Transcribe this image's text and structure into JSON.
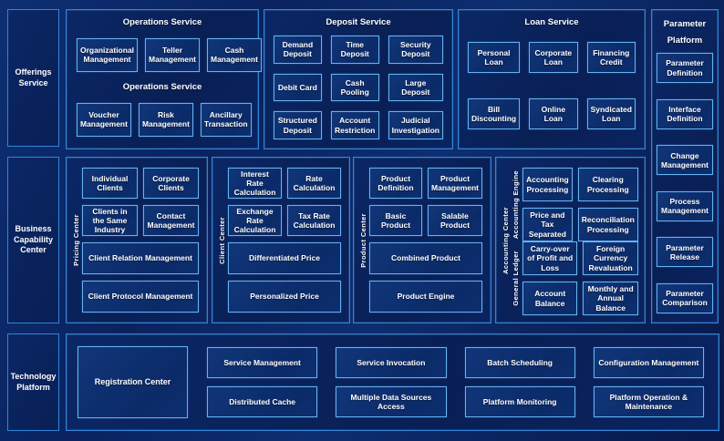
{
  "left_rail": [
    {
      "label": "Offerings Service"
    },
    {
      "label": "Business Capability Center"
    },
    {
      "label": "Technology Platform"
    }
  ],
  "top_row": {
    "operations": {
      "title": "Operations Service",
      "mid_title": "Operations Service",
      "row1": [
        "Organizational Management",
        "Teller Management",
        "Cash Management"
      ],
      "row2": [
        "Voucher Management",
        "Risk Management",
        "Ancillary Transaction"
      ]
    },
    "deposit": {
      "title": "Deposit Service",
      "boxes": [
        "Demand Deposit",
        "Time Deposit",
        "Security Deposit",
        "Debit Card",
        "Cash Pooling",
        "Large Deposit",
        "Structured Deposit",
        "Account Restriction",
        "Judicial Investigation"
      ]
    },
    "loan": {
      "title": "Loan Service",
      "boxes": [
        "Personal Loan",
        "Corporate Loan",
        "Financing Credit",
        "Bill Discounting",
        "Online Loan",
        "Syndicated Loan"
      ]
    }
  },
  "parameter_platform": {
    "title": "Parameter Platform",
    "boxes": [
      "Parameter Definition",
      "Interface Definition",
      "Change Management",
      "Process Management",
      "Parameter Release",
      "Parameter Comparison"
    ]
  },
  "middle_row": {
    "pricing_center": {
      "side_label": "Pricing Center",
      "small_boxes": [
        "Individual Clients",
        "Corporate Clients",
        "Clients in the Same Industry",
        "Contact Management"
      ],
      "wide_boxes": [
        "Client Relation Management",
        "Client Protocol Management"
      ]
    },
    "client_center": {
      "side_label": "Client Center",
      "small_boxes": [
        "Interest Rate Calculation",
        "Rate Calculation",
        "Exchange Rate Calculation",
        "Tax Rate Calculation"
      ],
      "wide_boxes": [
        "Differentiated Price",
        "Personalized Price"
      ]
    },
    "product_center": {
      "side_label": "Product Center",
      "small_boxes": [
        "Product Definition",
        "Product Management",
        "Basic Product",
        "Salable Product"
      ],
      "wide_boxes": [
        "Combined Product",
        "Product Engine"
      ]
    },
    "accounting_center": {
      "side_label": "Accounting Center",
      "groups": [
        {
          "side_label": "Accounting Engine",
          "boxes": [
            "Accounting Processing",
            "Clearing Processing",
            "Price and Tax Separated",
            "Reconciliation Processing"
          ]
        },
        {
          "side_label": "General Ledger",
          "boxes": [
            "Carry-over of Profit and Loss",
            "Foreign Currency Revaluation",
            "Account Balance",
            "Monthly and Annual Balance"
          ]
        }
      ]
    }
  },
  "bottom_row": {
    "registration": "Registration Center",
    "grid": [
      [
        "Service Management",
        "Service Invocation",
        "Batch Scheduling",
        "Configuration Management"
      ],
      [
        "Distributed Cache",
        "Multiple Data Sources Access",
        "Platform Monitoring",
        "Platform Operation & Maintenance"
      ]
    ]
  },
  "colors": {
    "background": "#0a2360",
    "panel_border": "#2e86d9",
    "box_border": "#66b3f0",
    "box_fill": "#0d2f6f",
    "text": "#ffffff"
  }
}
